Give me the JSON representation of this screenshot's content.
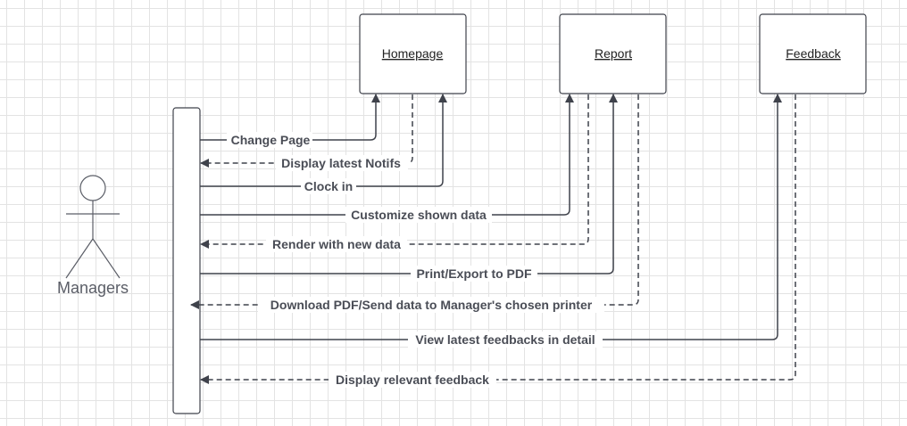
{
  "actor": {
    "label": "Managers"
  },
  "lifelines": [
    {
      "label": "Homepage"
    },
    {
      "label": "Report"
    },
    {
      "label": "Feedback"
    }
  ],
  "messages": [
    {
      "label": "Change Page",
      "kind": "call"
    },
    {
      "label": "Display latest Notifs",
      "kind": "return"
    },
    {
      "label": "Clock in",
      "kind": "call"
    },
    {
      "label": "Customize shown data",
      "kind": "call"
    },
    {
      "label": "Render with new data",
      "kind": "return"
    },
    {
      "label": "Print/Export to PDF",
      "kind": "call"
    },
    {
      "label": "Download PDF/Send data to Manager's chosen printer",
      "kind": "return"
    },
    {
      "label": "View latest feedbacks in detail",
      "kind": "call"
    },
    {
      "label": "Display relevant feedback",
      "kind": "return"
    }
  ],
  "colors": {
    "line": "#3f424b",
    "text": "#4a4d56",
    "box_border": "#3f424b"
  }
}
